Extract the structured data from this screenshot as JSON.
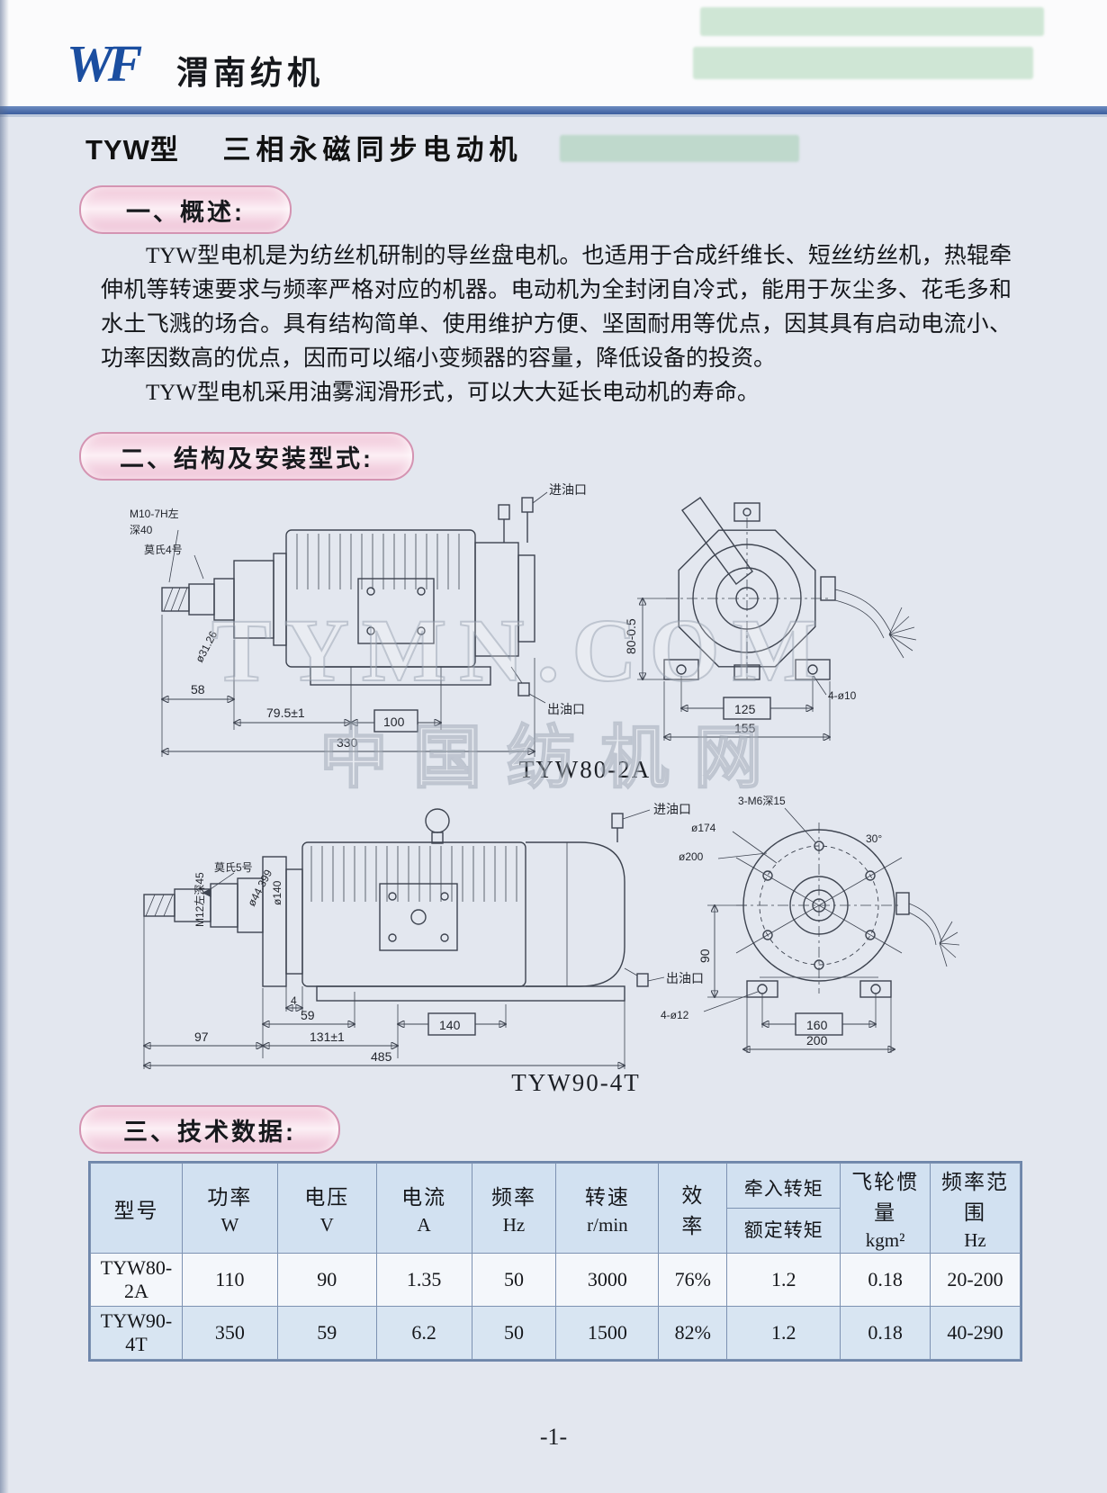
{
  "header": {
    "logo": "WF",
    "brand": "渭南纺机"
  },
  "title": {
    "model": "TYW型",
    "name": "三相永磁同步电动机"
  },
  "sections": {
    "s1": "一、概述:",
    "s2": "二、结构及安装型式:",
    "s3": "三、技术数据:"
  },
  "overview": {
    "p1": "TYW型电机是为纺丝机研制的导丝盘电机。也适用于合成纤维长、短丝纺丝机，热辊牵伸机等转速要求与频率严格对应的机器。电动机为全封闭自冷式，能用于灰尘多、花毛多和水土飞溅的场合。具有结构简单、使用维护方便、坚固耐用等优点，因其具有启动电流小、功率因数高的优点，因而可以缩小变频器的容量，降低设备的投资。",
    "p2": "TYW型电机采用油雾润滑形式，可以大大延长电动机的寿命。"
  },
  "watermark": {
    "line1": "TYMN.COM",
    "line2": "中国纺机网"
  },
  "drawings": {
    "tyw80": {
      "caption": "TYW80-2A",
      "labels": {
        "inlet": "进油口",
        "outlet": "出油口",
        "thread": "M10-7H左",
        "thread_depth": "深40",
        "taper": "莫氏4号",
        "shaft_dia": "ø31.26",
        "d58": "58",
        "d79": "79.5±1",
        "d100": "100",
        "d330": "330",
        "d80": "80-0.5",
        "d125": "125",
        "d155": "155",
        "holes": "4-ø10"
      }
    },
    "tyw90": {
      "caption": "TYW90-4T",
      "labels": {
        "inlet": "进油口",
        "outlet": "出油口",
        "thread": "M12左深45",
        "taper": "莫氏5号",
        "shaft_dia": "ø44.399",
        "flange_dia": "ø140",
        "d4": "4",
        "d59": "59",
        "d97": "97",
        "d131": "131±1",
        "d140": "140",
        "d485": "485",
        "holes_m6": "3-M6深15",
        "d174": "ø174",
        "d200_circle": "ø200",
        "angle": "30°",
        "d90": "90",
        "holes_12": "4-ø12",
        "d160": "160",
        "d200": "200"
      }
    }
  },
  "table": {
    "headers": {
      "model": "型号",
      "power": "功率",
      "power_u": "W",
      "voltage": "电压",
      "voltage_u": "V",
      "current": "电流",
      "current_u": "A",
      "freq": "频率",
      "freq_u": "Hz",
      "speed": "转速",
      "speed_u": "r/min",
      "eff_top": "效",
      "eff_bottom": "率",
      "torque_top": "牵入转矩",
      "torque_bottom": "额定转矩",
      "inertia": "飞轮惯量",
      "inertia_u": "kgm²",
      "range": "频率范围",
      "range_u": "Hz"
    },
    "rows": [
      {
        "model": "TYW80-2A",
        "power": "110",
        "voltage": "90",
        "current": "1.35",
        "freq": "50",
        "speed": "3000",
        "eff": "76%",
        "torque": "1.2",
        "inertia": "0.18",
        "range": "20-200"
      },
      {
        "model": "TYW90-4T",
        "power": "350",
        "voltage": "59",
        "current": "6.2",
        "freq": "50",
        "speed": "1500",
        "eff": "82%",
        "torque": "1.2",
        "inertia": "0.18",
        "range": "40-290"
      }
    ]
  },
  "footer": {
    "page": "-1-"
  }
}
